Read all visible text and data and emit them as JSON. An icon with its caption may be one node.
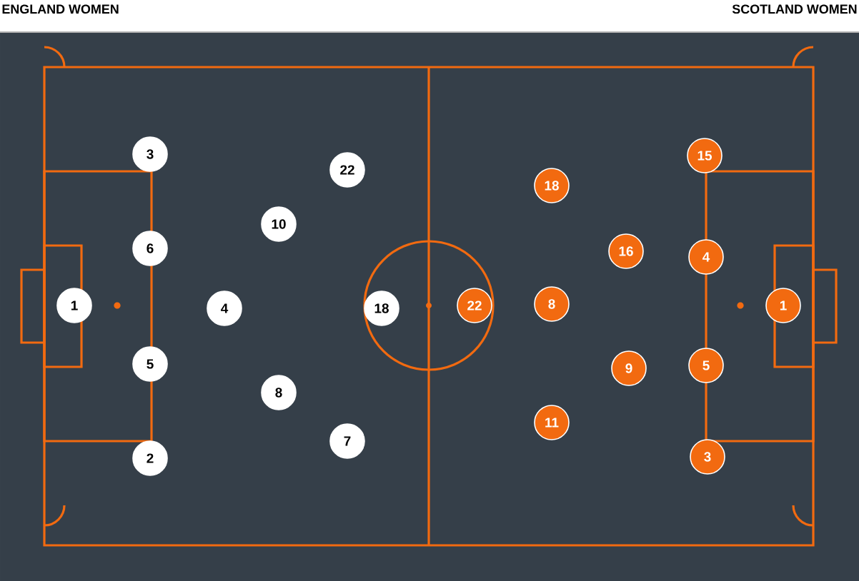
{
  "diagram": {
    "nodes": [
      {
        "text": [
          "1"
        ]
      },
      {
        "text": [
          "3"
        ]
      },
      {
        "text": [
          "6"
        ]
      },
      {
        "text": [
          "5"
        ]
      },
      {
        "text": [
          "2"
        ]
      },
      {
        "text": [
          "4"
        ]
      },
      {
        "text": [
          "10"
        ]
      },
      {
        "text": [
          "8"
        ]
      },
      {
        "text": [
          "22"
        ]
      },
      {
        "text": [
          "7"
        ]
      },
      {
        "text": [
          "18"
        ]
      },
      {
        "text": [
          "22"
        ]
      },
      {
        "text": [
          "18"
        ]
      },
      {
        "text": [
          "8"
        ]
      },
      {
        "text": [
          "11"
        ]
      },
      {
        "text": [
          "16"
        ]
      },
      {
        "text": [
          "9"
        ]
      },
      {
        "text": [
          "15"
        ]
      },
      {
        "text": [
          "4"
        ]
      },
      {
        "text": [
          "5"
        ]
      },
      {
        "text": [
          "3"
        ]
      },
      {
        "text": [
          "1"
        ]
      }
    ],
    "labels": [
      "ENGLAND WOMEN",
      "SCOTLAND WOMEN"
    ]
  }
}
